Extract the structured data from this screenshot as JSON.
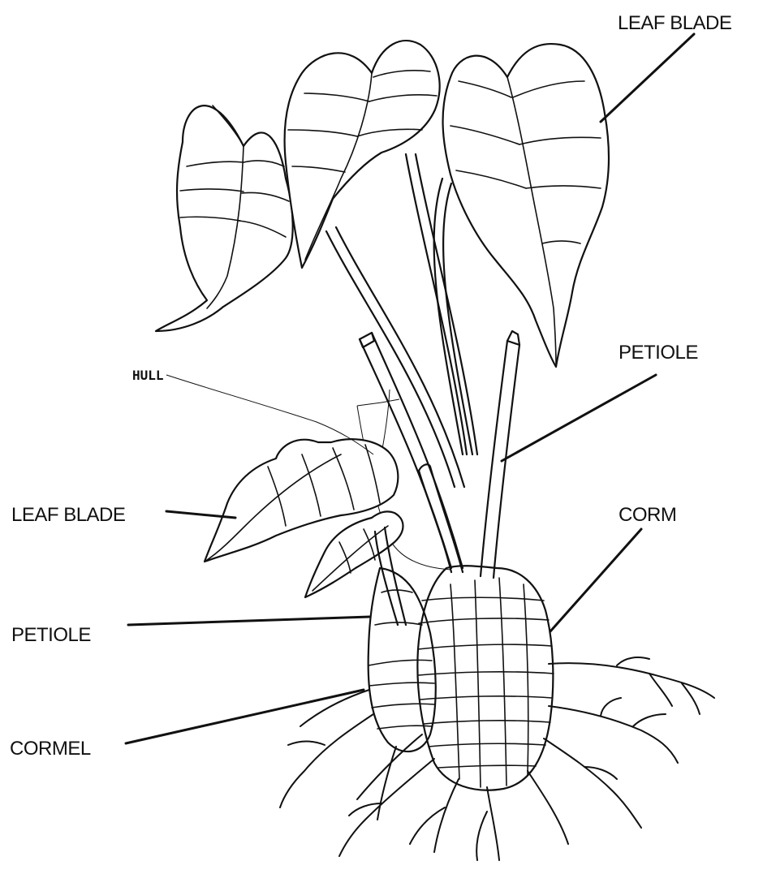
{
  "diagram": {
    "labels": {
      "leaf_blade_top": "LEAF BLADE",
      "petiole_right": "PETIOLE",
      "hull": "HULL",
      "leaf_blade_left": "LEAF BLADE",
      "corm": "CORM",
      "petiole_left": "PETIOLE",
      "cormel": "CORMEL"
    }
  }
}
